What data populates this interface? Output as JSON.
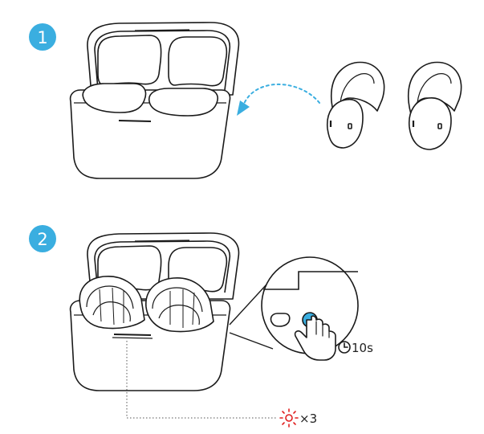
{
  "steps": [
    {
      "number": "1"
    },
    {
      "number": "2"
    }
  ],
  "hold_duration": "10s",
  "blink_count": "×3",
  "colors": {
    "badge": "#3aaee0",
    "arrow": "#3aaee0",
    "line": "#1a1a1a",
    "button": "#3aaee0",
    "indicator_light": "#e02020"
  },
  "icons": {
    "clock": "clock-icon",
    "light": "blinking-light-icon",
    "hand": "pointing-hand-icon"
  }
}
